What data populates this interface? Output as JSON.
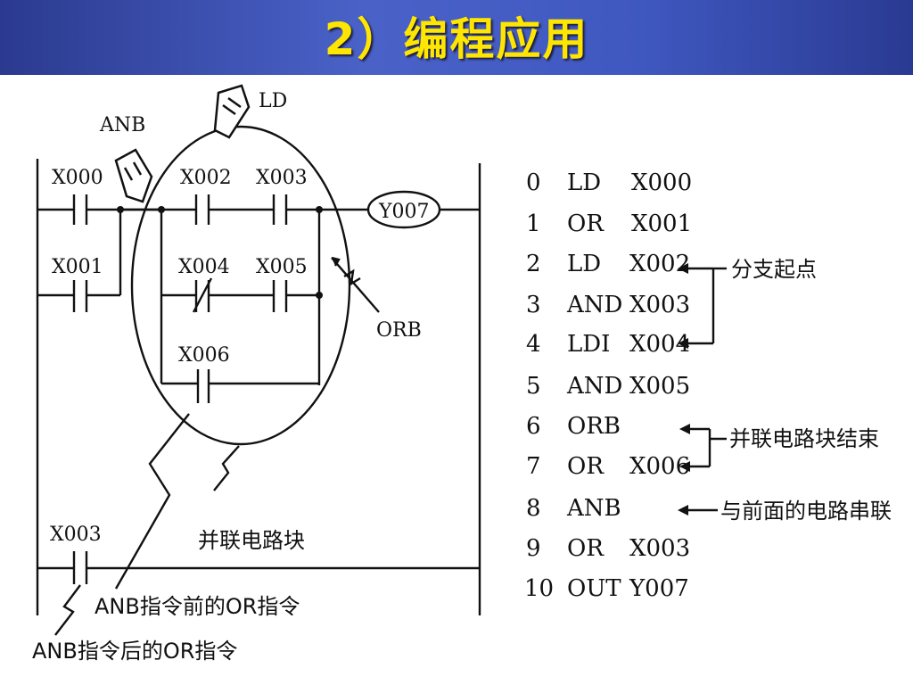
{
  "title": "2）编程应用",
  "ladder": {
    "contacts": {
      "x000": "X000",
      "x001": "X001",
      "x002": "X002",
      "x003": "X003",
      "x004": "X004",
      "x005": "X005",
      "x006": "X006",
      "x003b": "X003"
    },
    "coil": "Y007",
    "callouts": {
      "anb": "ANB",
      "ld": "LD",
      "orb": "ORB",
      "parallel_block": "并联电路块",
      "or_before_anb": "ANB指令前的OR指令",
      "or_after_anb": "ANB指令后的OR指令"
    }
  },
  "instruction_list": [
    {
      "step": "0",
      "op": "LD",
      "operand": "X000"
    },
    {
      "step": "1",
      "op": "OR",
      "operand": "X001"
    },
    {
      "step": "2",
      "op": "LD",
      "operand": "X002"
    },
    {
      "step": "3",
      "op": "AND",
      "operand": "X003"
    },
    {
      "step": "4",
      "op": "LDI",
      "operand": "X004"
    },
    {
      "step": "5",
      "op": "AND",
      "operand": "X005"
    },
    {
      "step": "6",
      "op": "ORB",
      "operand": ""
    },
    {
      "step": "7",
      "op": "OR",
      "operand": "X006"
    },
    {
      "step": "8",
      "op": "ANB",
      "operand": ""
    },
    {
      "step": "9",
      "op": "OR",
      "operand": "X003"
    },
    {
      "step": "10",
      "op": "OUT",
      "operand": "Y007"
    }
  ],
  "annotations": {
    "branch_start": "分支起点",
    "parallel_end": "并联电路块结束",
    "series_with_previous": "与前面的电路串联"
  }
}
